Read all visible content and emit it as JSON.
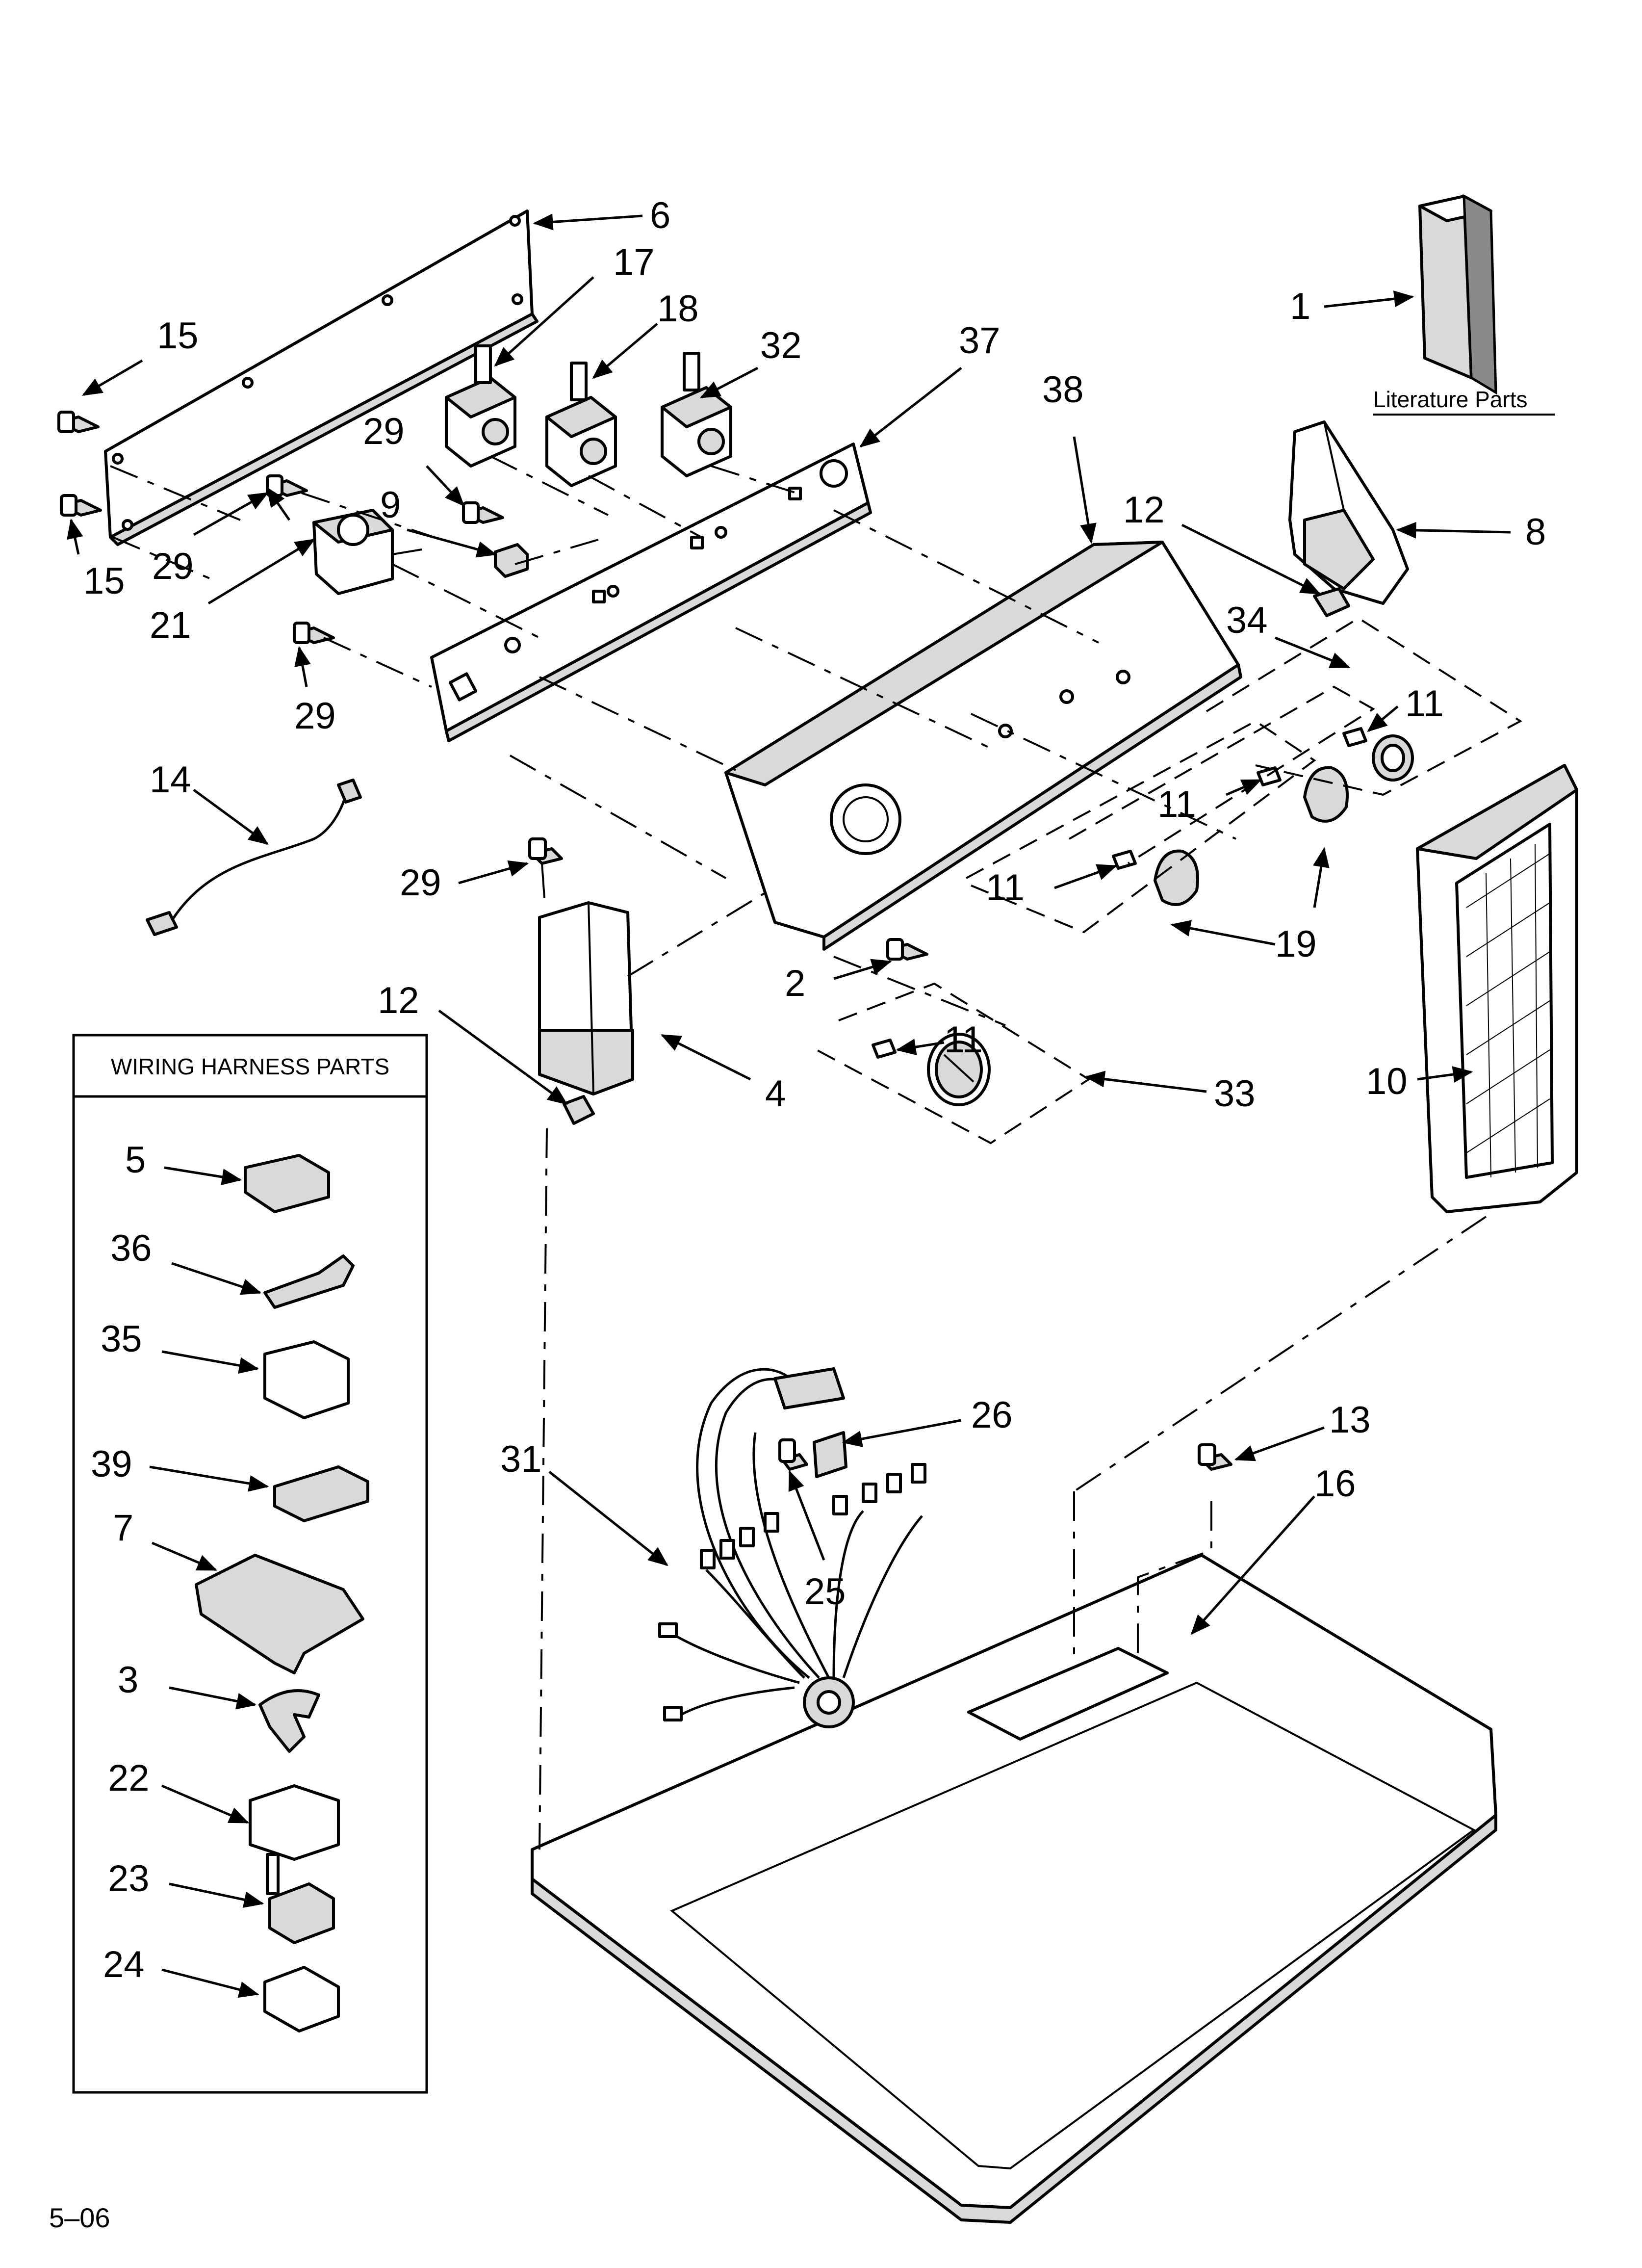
{
  "page": {
    "footer_code": "5–06"
  },
  "literature": {
    "caption": "Literature Parts"
  },
  "wiring_box": {
    "title": "WIRING HARNESS PARTS"
  },
  "callouts": {
    "c1": "1",
    "c2": "2",
    "c3": "3",
    "c4": "4",
    "c5": "5",
    "c6": "6",
    "c7": "7",
    "c8": "8",
    "c9": "9",
    "c10": "10",
    "c11a": "11",
    "c11b": "11",
    "c11c": "11",
    "c11d": "11",
    "c12a": "12",
    "c12b": "12",
    "c13": "13",
    "c14": "14",
    "c15a": "15",
    "c15b": "15",
    "c16": "16",
    "c17": "17",
    "c18": "18",
    "c19": "19",
    "c21": "21",
    "c22": "22",
    "c23": "23",
    "c24": "24",
    "c25": "25",
    "c26": "26",
    "c29a": "29",
    "c29b": "29",
    "c29c": "29",
    "c29d": "29",
    "c31": "31",
    "c32": "32",
    "c33": "33",
    "c34": "34",
    "c35": "35",
    "c36": "36",
    "c37": "37",
    "c38": "38",
    "c39": "39"
  }
}
